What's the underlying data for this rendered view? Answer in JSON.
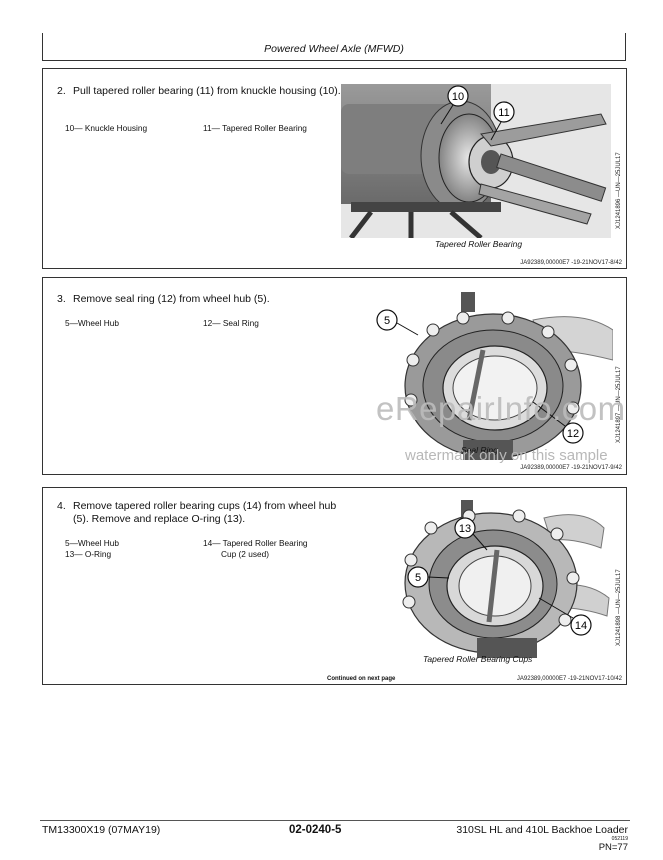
{
  "header": {
    "title": "Powered Wheel Axle (MFWD)"
  },
  "steps": [
    {
      "number": "2.",
      "text": "Pull tapered roller bearing (11) from knuckle housing (10).",
      "legend_left": [
        "10— Knuckle Housing"
      ],
      "legend_right": [
        "11— Tapered Roller Bearing"
      ],
      "callouts": [
        "10",
        "11"
      ],
      "caption": "Tapered Roller Bearing",
      "fig_id": "XJ1241896 —UN—25JUL17",
      "ref": "JA92389,00000E7 -19-21NOV17-8/42"
    },
    {
      "number": "3.",
      "text": "Remove seal ring (12) from wheel hub (5).",
      "legend_left": [
        "5—Wheel Hub"
      ],
      "legend_right": [
        "12— Seal Ring"
      ],
      "callouts": [
        "5",
        "12"
      ],
      "caption": "Seal Ring",
      "fig_id": "XJ1241897 —UN—25JUL17",
      "ref": "JA92389,00000E7 -19-21NOV17-9/42"
    },
    {
      "number": "4.",
      "text": "Remove tapered roller bearing cups (14) from wheel hub (5). Remove and replace O-ring (13).",
      "legend_left": [
        "5—Wheel Hub",
        "13— O-Ring"
      ],
      "legend_right": [
        "14— Tapered Roller Bearing",
        "Cup (2 used)"
      ],
      "callouts": [
        "13",
        "5",
        "14"
      ],
      "caption": "Tapered Roller Bearing Cups",
      "fig_id": "XJ1241898 —UN—25JUL17",
      "ref": "JA92389,00000E7 -19-21NOV17-10/42",
      "continued": "Continued on next page"
    }
  ],
  "watermark": {
    "brand": "eRepairInfo.com",
    "note": "watermark only on this sample"
  },
  "footer": {
    "doc_id": "TM13300X19 (07MAY19)",
    "page_ref": "02-0240-5",
    "model": "310SL HL and 410L Backhoe Loader",
    "small_code": "052119",
    "pn": "PN=77"
  }
}
